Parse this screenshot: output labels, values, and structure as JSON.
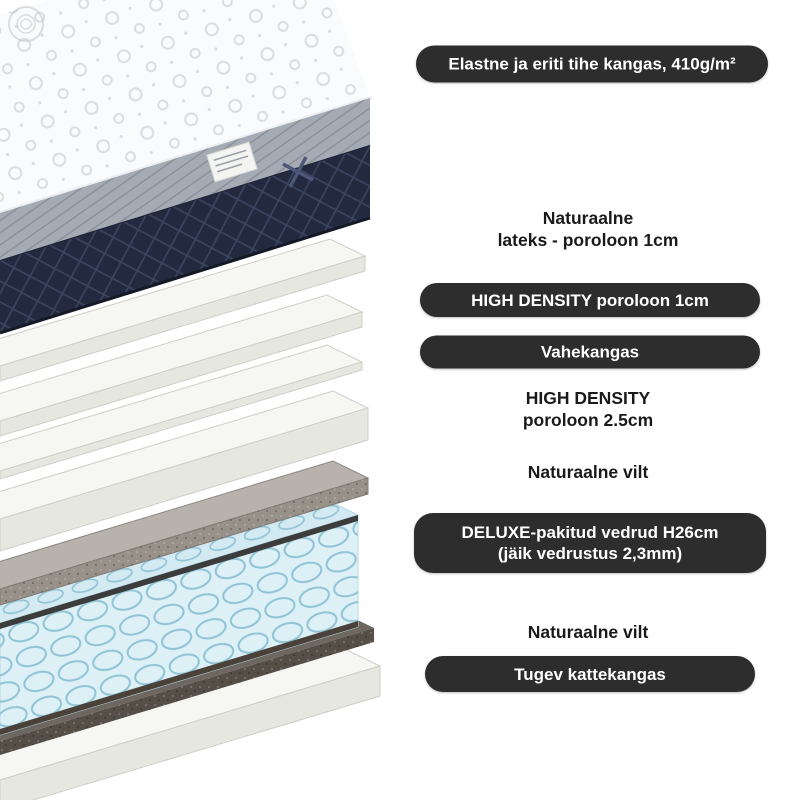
{
  "diagram": {
    "title": "mattress-layers-exploded-view",
    "callouts": [
      {
        "style": "badge",
        "lines": [
          "Elastne ja eriti tihe kangas, 410g/m²"
        ]
      },
      {
        "style": "plain",
        "lines": [
          "Naturaalne",
          "lateks - poroloon 1cm"
        ]
      },
      {
        "style": "badge",
        "lines": [
          "HIGH DENSITY poroloon 1cm"
        ]
      },
      {
        "style": "badge",
        "lines": [
          "Vahekangas"
        ]
      },
      {
        "style": "plain",
        "lines": [
          "HIGH DENSITY",
          "poroloon 2.5cm"
        ]
      },
      {
        "style": "plain",
        "lines": [
          "Naturaalne vilt"
        ]
      },
      {
        "style": "badge",
        "lines": [
          "DELUXE-pakitud vedrud H26cm",
          "(jäik vedrustus 2,3mm)"
        ]
      },
      {
        "style": "plain",
        "lines": [
          "Naturaalne vilt"
        ]
      },
      {
        "style": "badge",
        "lines": [
          "Tugev kattekangas"
        ]
      }
    ],
    "layers_top_to_bottom": [
      "quilted mattress cover with dark side band",
      "natural latex - foam 1cm",
      "high density foam 1cm",
      "spacer fabric",
      "high density foam 2.5cm",
      "natural felt",
      "deluxe pocket springs H26cm",
      "natural felt",
      "strong cover fabric"
    ],
    "colors": {
      "badge_bg": "#2d2d2d",
      "badge_text": "#ffffff",
      "label_text": "#1a1a1a",
      "foam_top": "#f6f6f2",
      "foam_front": "#e7e7e1",
      "foam_edge": "#cfcfc7",
      "felt_top": "#b7b3ac",
      "felt_front": "#97918a",
      "dark_felt_top": "#6e675f",
      "dark_felt_front": "#554f48",
      "springs_top": "#d3eaf2",
      "springs_front": "#ddf0f6",
      "coil_stroke": "#8fc3d6",
      "springs_band_top": "#3c3c3c",
      "springs_band_bottom": "#4a4238",
      "mattress_top": "#fafbfc",
      "mattress_quilt": "#d9dee4",
      "mattress_gray_band": "#a4abb4",
      "mattress_gray_stripe": "#8a9199",
      "mattress_navy": "#232a40",
      "mattress_navy_line": "#3a4460"
    }
  }
}
